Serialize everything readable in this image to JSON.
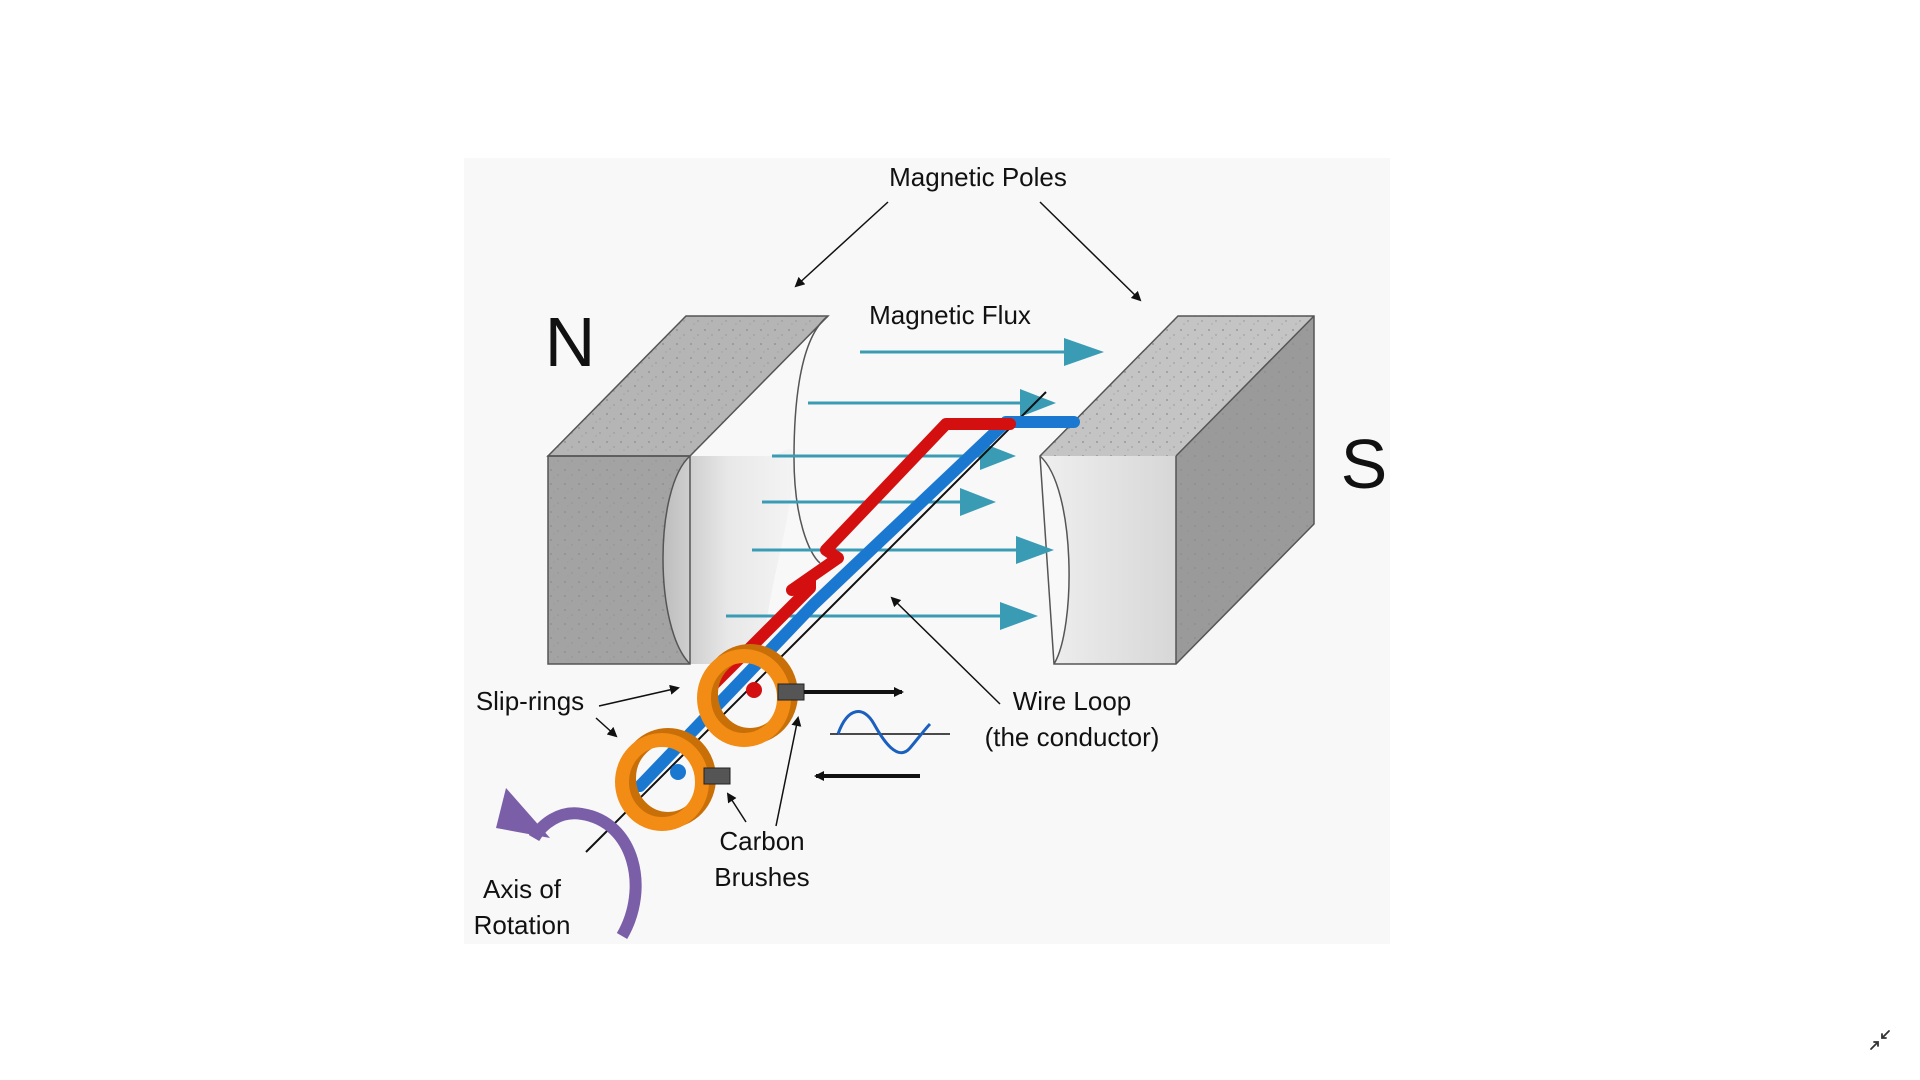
{
  "figure": {
    "labels": {
      "magnetic_poles": "Magnetic Poles",
      "magnetic_flux": "Magnetic Flux",
      "north": "N",
      "south": "S",
      "slip_rings": "Slip-rings",
      "wire_loop_line1": "Wire Loop",
      "wire_loop_line2": "(the conductor)",
      "carbon_brushes_line1": "Carbon",
      "carbon_brushes_line2": "Brushes",
      "axis_line1": "Axis of",
      "axis_line2": "Rotation"
    },
    "colors": {
      "flux": "#3a9bb5",
      "wire_red": "#d40f10",
      "wire_blue": "#1b78d0",
      "ring_orange": "#f28c14",
      "axis_purple": "#7a5fa8",
      "magnet_grey": "#a8a8a8"
    }
  },
  "controls": {
    "exit_fullscreen_icon": "exit-fullscreen-icon"
  }
}
